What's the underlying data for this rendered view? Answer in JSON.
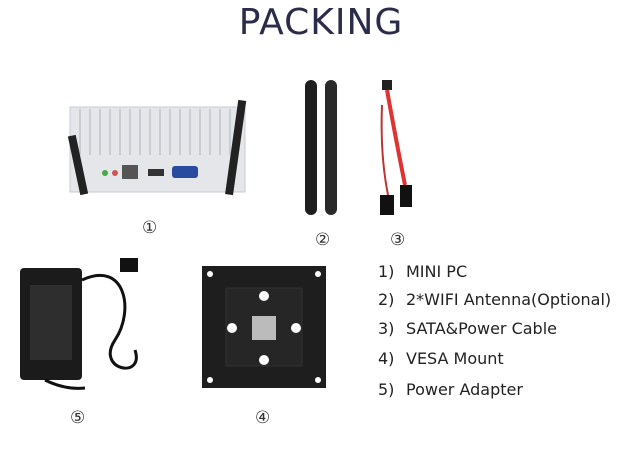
{
  "title": "PACKING",
  "labels": {
    "pc": "①",
    "antenna": "②",
    "cable": "③",
    "vesa": "④",
    "adapter": "⑤"
  },
  "list": [
    {
      "num": "1)",
      "text": "MINI PC"
    },
    {
      "num": "2)",
      "text": "2*WIFI Antenna(Optional)"
    },
    {
      "num": "3)",
      "text": "SATA&Power Cable"
    },
    {
      "num": "4)",
      "text": "VESA Mount"
    },
    {
      "num": "5)",
      "text": "Power Adapter"
    }
  ]
}
